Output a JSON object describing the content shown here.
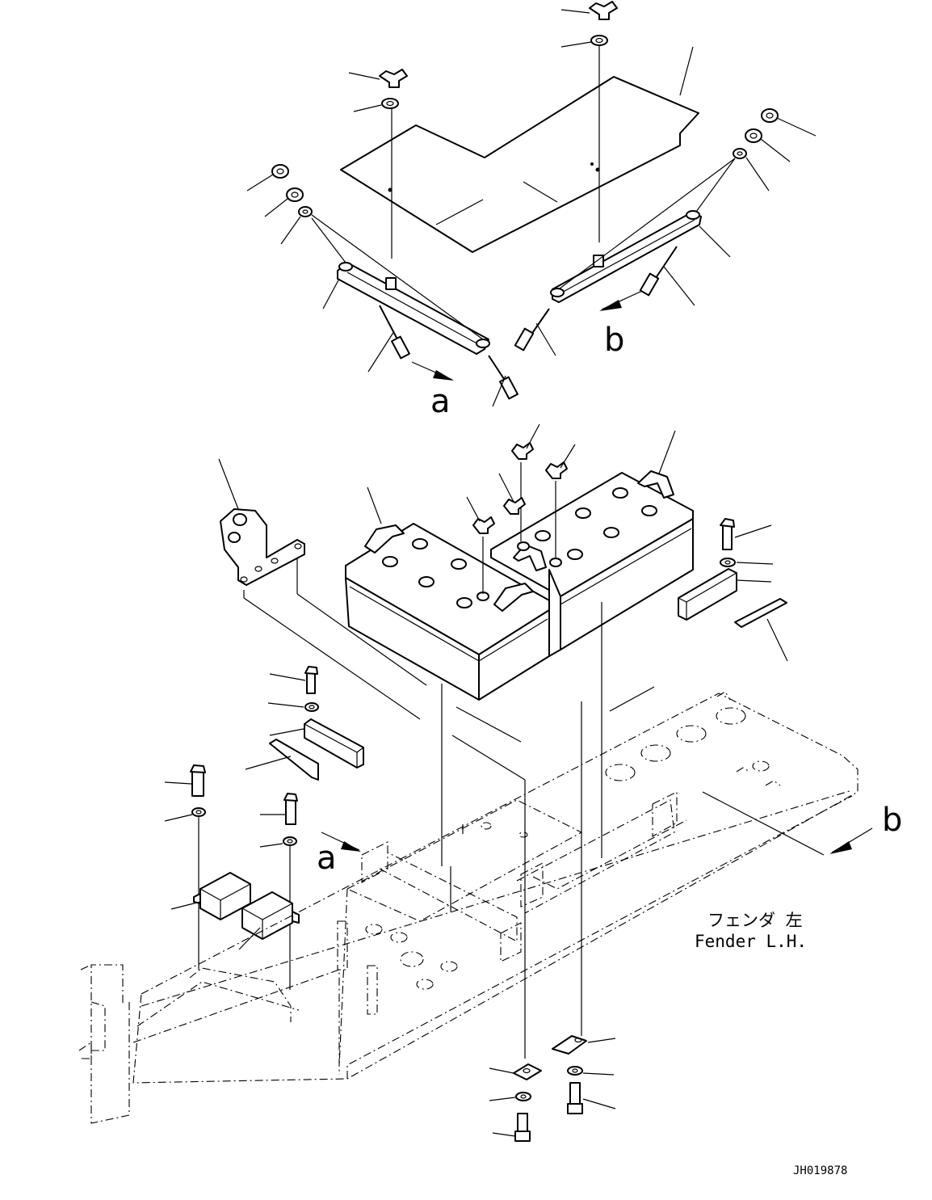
{
  "diagram": {
    "view_markers": [
      "a",
      "b"
    ],
    "note_jp": "フェンダ 左",
    "note_en": "Fender L.H.",
    "drawing_id": "JH019878"
  }
}
